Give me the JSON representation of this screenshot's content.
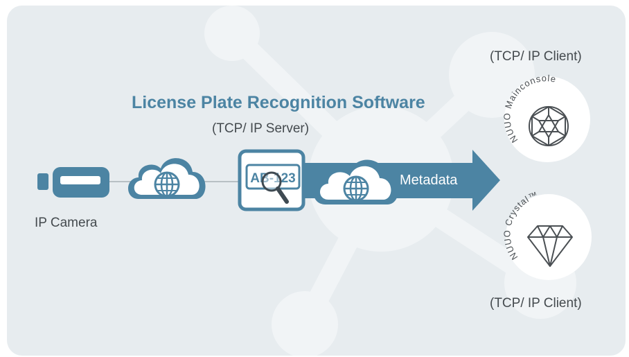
{
  "diagram": {
    "title": "License Plate Recognition Software",
    "server_label": "(TCP/ IP Server)",
    "camera_label": "IP Camera",
    "metadata_label": "Metadata",
    "plate_text": "AB-123",
    "client_top_label": "(TCP/ IP Client)",
    "client_bottom_label": "(TCP/ IP Client)",
    "mainconsole_logo": "NUUO Mainconsole",
    "crystal_logo": "NUUO Crystal™"
  },
  "colors": {
    "accent": "#4c84a3",
    "background": "#e7ecef",
    "text": "#444a4e"
  },
  "icons": [
    "camera-icon",
    "cloud-globe-icon",
    "plate-magnifier-icon",
    "polyhedron-icon",
    "diamond-icon"
  ]
}
